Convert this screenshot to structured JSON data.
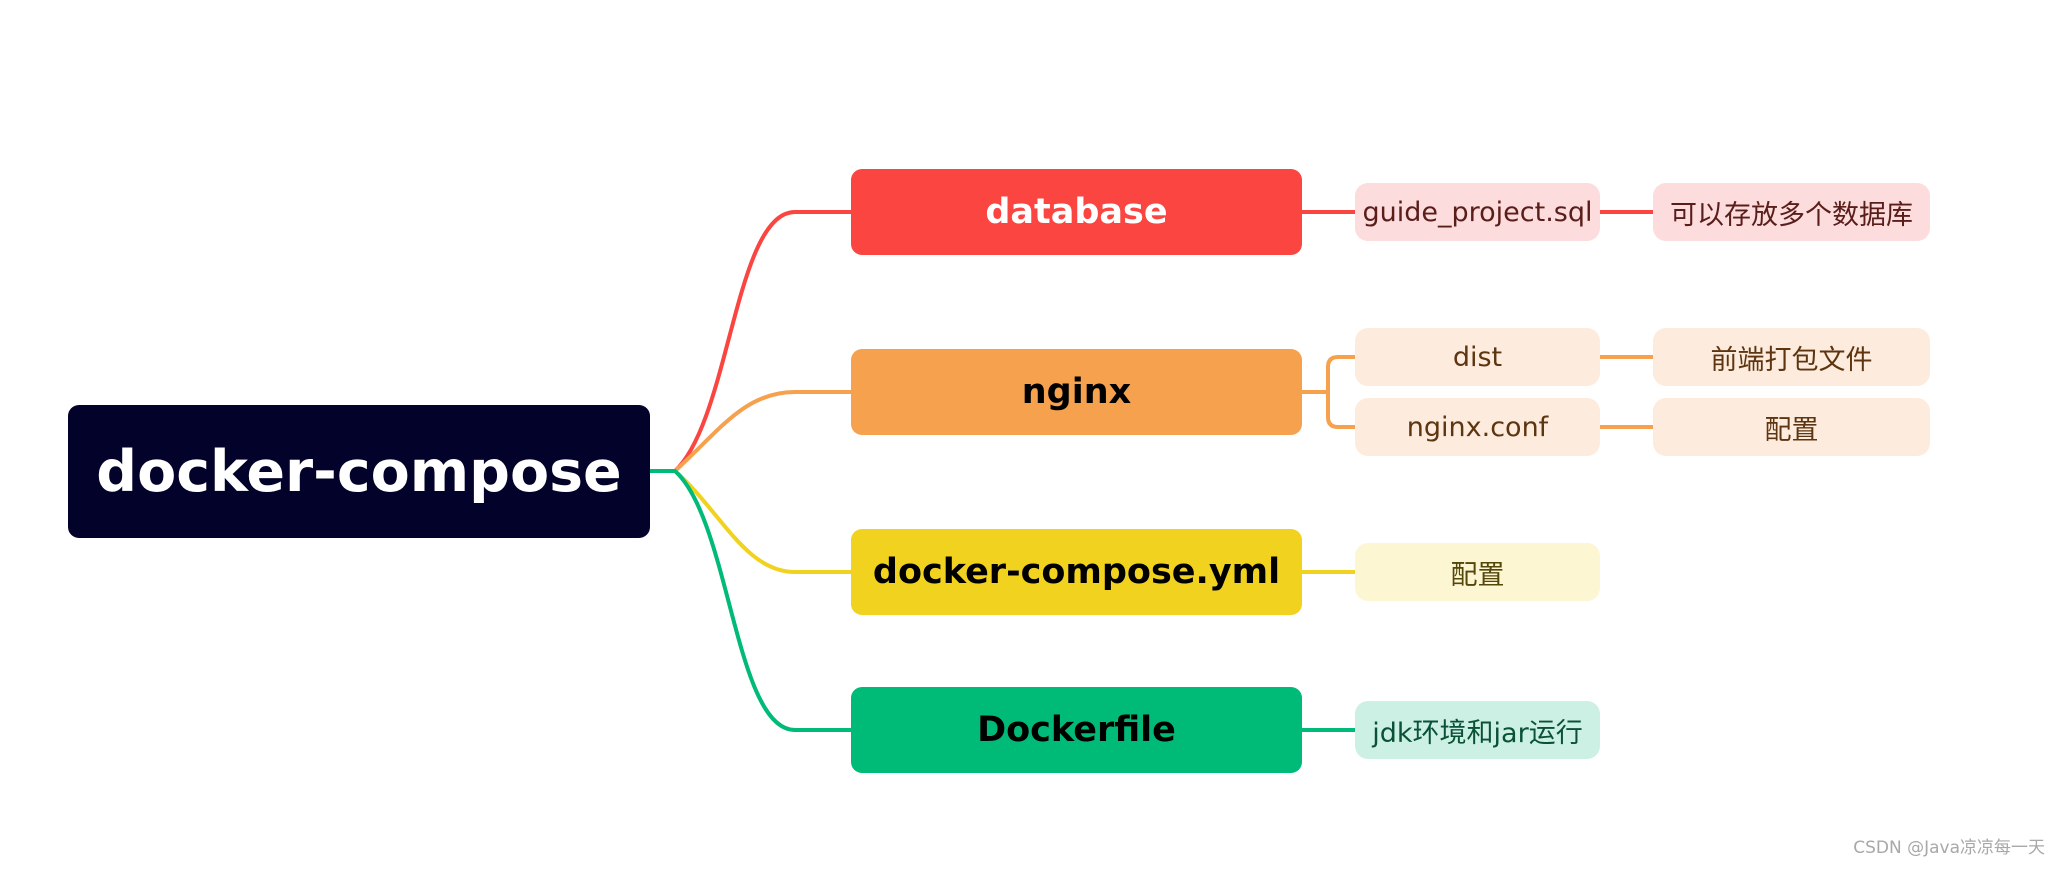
{
  "root": {
    "label": "docker-compose"
  },
  "branches": [
    {
      "label": "database",
      "color": "#fa4540",
      "children": [
        {
          "label": "guide_project.sql",
          "note": "可以存放多个数据库"
        }
      ]
    },
    {
      "label": "nginx",
      "color": "#f5a14e",
      "children": [
        {
          "label": "dist",
          "note": "前端打包文件"
        },
        {
          "label": "nginx.conf",
          "note": "配置"
        }
      ]
    },
    {
      "label": "docker-compose.yml",
      "color": "#f0d21f",
      "children": [
        {
          "label": "配置"
        }
      ]
    },
    {
      "label": "Dockerfile",
      "color": "#00ba78",
      "children": [
        {
          "label": "jdk环境和jar运行"
        }
      ]
    }
  ],
  "watermark": "CSDN @Java凉凉每一天"
}
